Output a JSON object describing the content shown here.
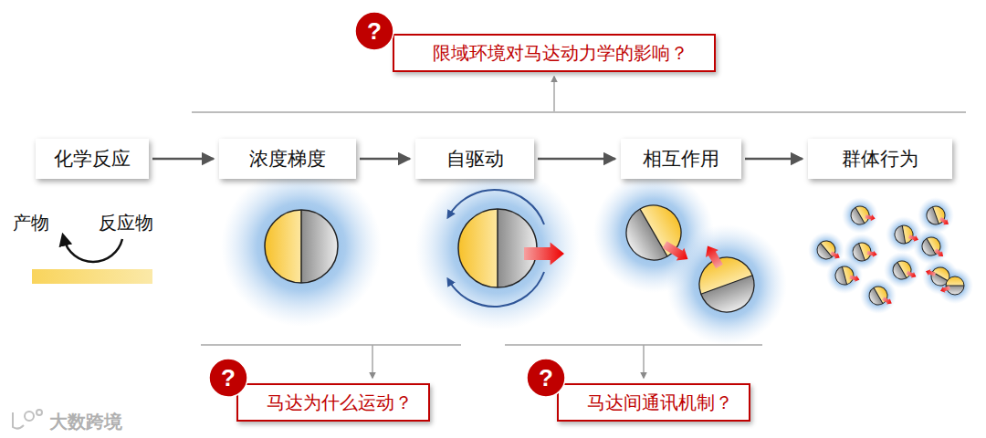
{
  "diagram": {
    "nodes": [
      {
        "text": [
          "?"
        ]
      },
      {
        "text": [
          "限域环境对马达动力学的影响？"
        ]
      },
      {
        "text": [
          "化学反应"
        ]
      },
      {
        "text": [
          "浓度梯度"
        ]
      },
      {
        "text": [
          "自驱动"
        ]
      },
      {
        "text": [
          "相互作用"
        ]
      },
      {
        "text": [
          "群体行为"
        ]
      },
      {
        "text": [
          "?"
        ]
      },
      {
        "text": [
          "马达为什么运动？"
        ]
      },
      {
        "text": [
          "?"
        ]
      },
      {
        "text": [
          "马达间通讯机制？"
        ]
      }
    ],
    "edges": [
      {
        "from": 2,
        "to": 3,
        "arrow": "to"
      },
      {
        "from": 3,
        "to": 4,
        "arrow": "to"
      },
      {
        "from": 4,
        "to": 5,
        "arrow": "to"
      },
      {
        "from": 5,
        "to": 6,
        "arrow": "to"
      }
    ],
    "labels": [
      "产物",
      "反应物",
      "大数跨境"
    ]
  }
}
